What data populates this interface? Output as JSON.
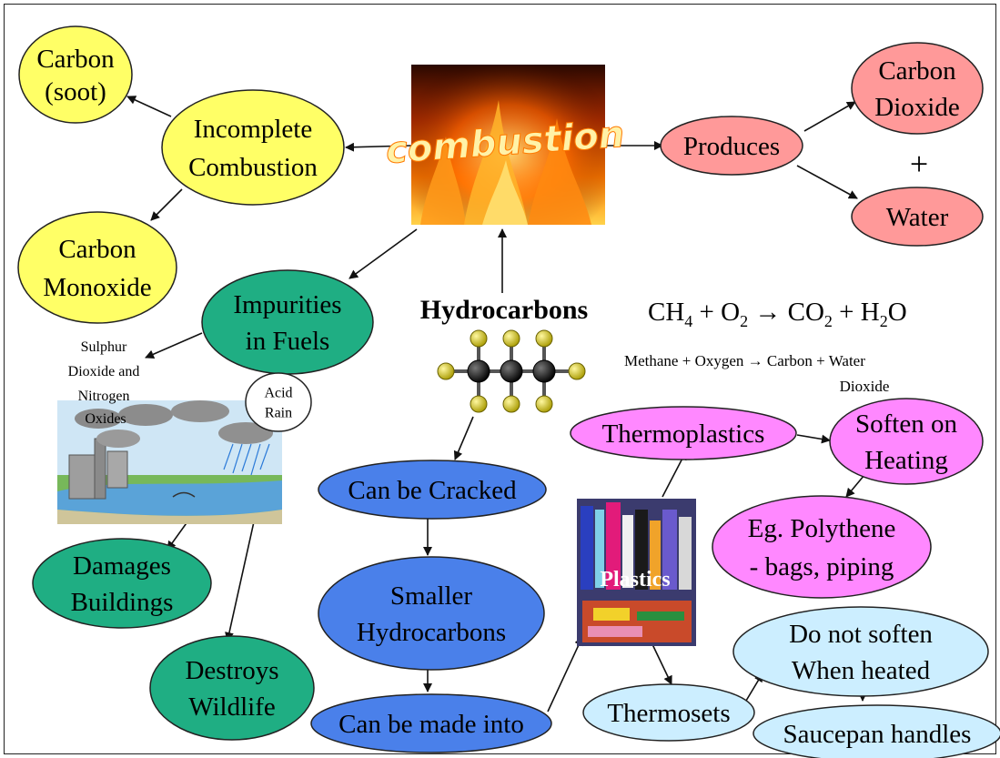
{
  "title": "Hydrocarbons",
  "image_labels": {
    "combustion_photo": "combustion",
    "plastics_photo": "Plastics"
  },
  "nodes": {
    "carbon_soot": [
      "Carbon",
      "(soot)"
    ],
    "incomplete_combustion": [
      "Incomplete",
      "Combustion"
    ],
    "carbon_monoxide": [
      "Carbon",
      "Monoxide"
    ],
    "impurities": [
      "Impurities",
      "in Fuels"
    ],
    "acid_rain": [
      "Acid",
      "Rain"
    ],
    "damages_buildings": [
      "Damages",
      "Buildings"
    ],
    "destroys_wildlife": [
      "Destroys",
      "Wildlife"
    ],
    "produces": [
      "Produces"
    ],
    "carbon_dioxide": [
      "Carbon",
      "Dioxide"
    ],
    "water": [
      "Water"
    ],
    "can_be_cracked": [
      "Can be Cracked"
    ],
    "smaller_hydrocarbons": [
      "Smaller",
      "Hydrocarbons"
    ],
    "can_be_made_into": [
      "Can be made into"
    ],
    "thermoplastics": [
      "Thermoplastics"
    ],
    "soften_on_heating": [
      "Soften on",
      "Heating"
    ],
    "polythene": [
      "Eg. Polythene",
      "- bags, piping"
    ],
    "thermosets": [
      "Thermosets"
    ],
    "do_not_soften": [
      "Do not soften",
      "When heated"
    ],
    "saucepan_handles": [
      "Saucepan handles"
    ]
  },
  "plain_text": {
    "plus": "+",
    "sulphur": [
      "Sulphur",
      "Dioxide and",
      "Nitrogen",
      "Oxides"
    ],
    "equation": {
      "ch": "CH",
      "ch_sub": "4",
      "plus1": " + ",
      "o": "O",
      "o_sub": "2",
      "arrow": " → ",
      "co": "CO",
      "co_sub": "2",
      "plus2": " + ",
      "h": "H",
      "h_sub": "2",
      "h_end": "O"
    },
    "word_equation_line1": "Methane + Oxygen → Carbon + Water",
    "word_equation_line2": "Dioxide"
  },
  "colors": {
    "yellow": "#ffff66",
    "salmon": "#ff9999",
    "teal": "#1fae83",
    "blue": "#4a80ea",
    "pink": "#ff88ff",
    "lightblue": "#cceeff",
    "carbon_atom": "#111111",
    "hydrogen_atom": "#e6d600"
  }
}
